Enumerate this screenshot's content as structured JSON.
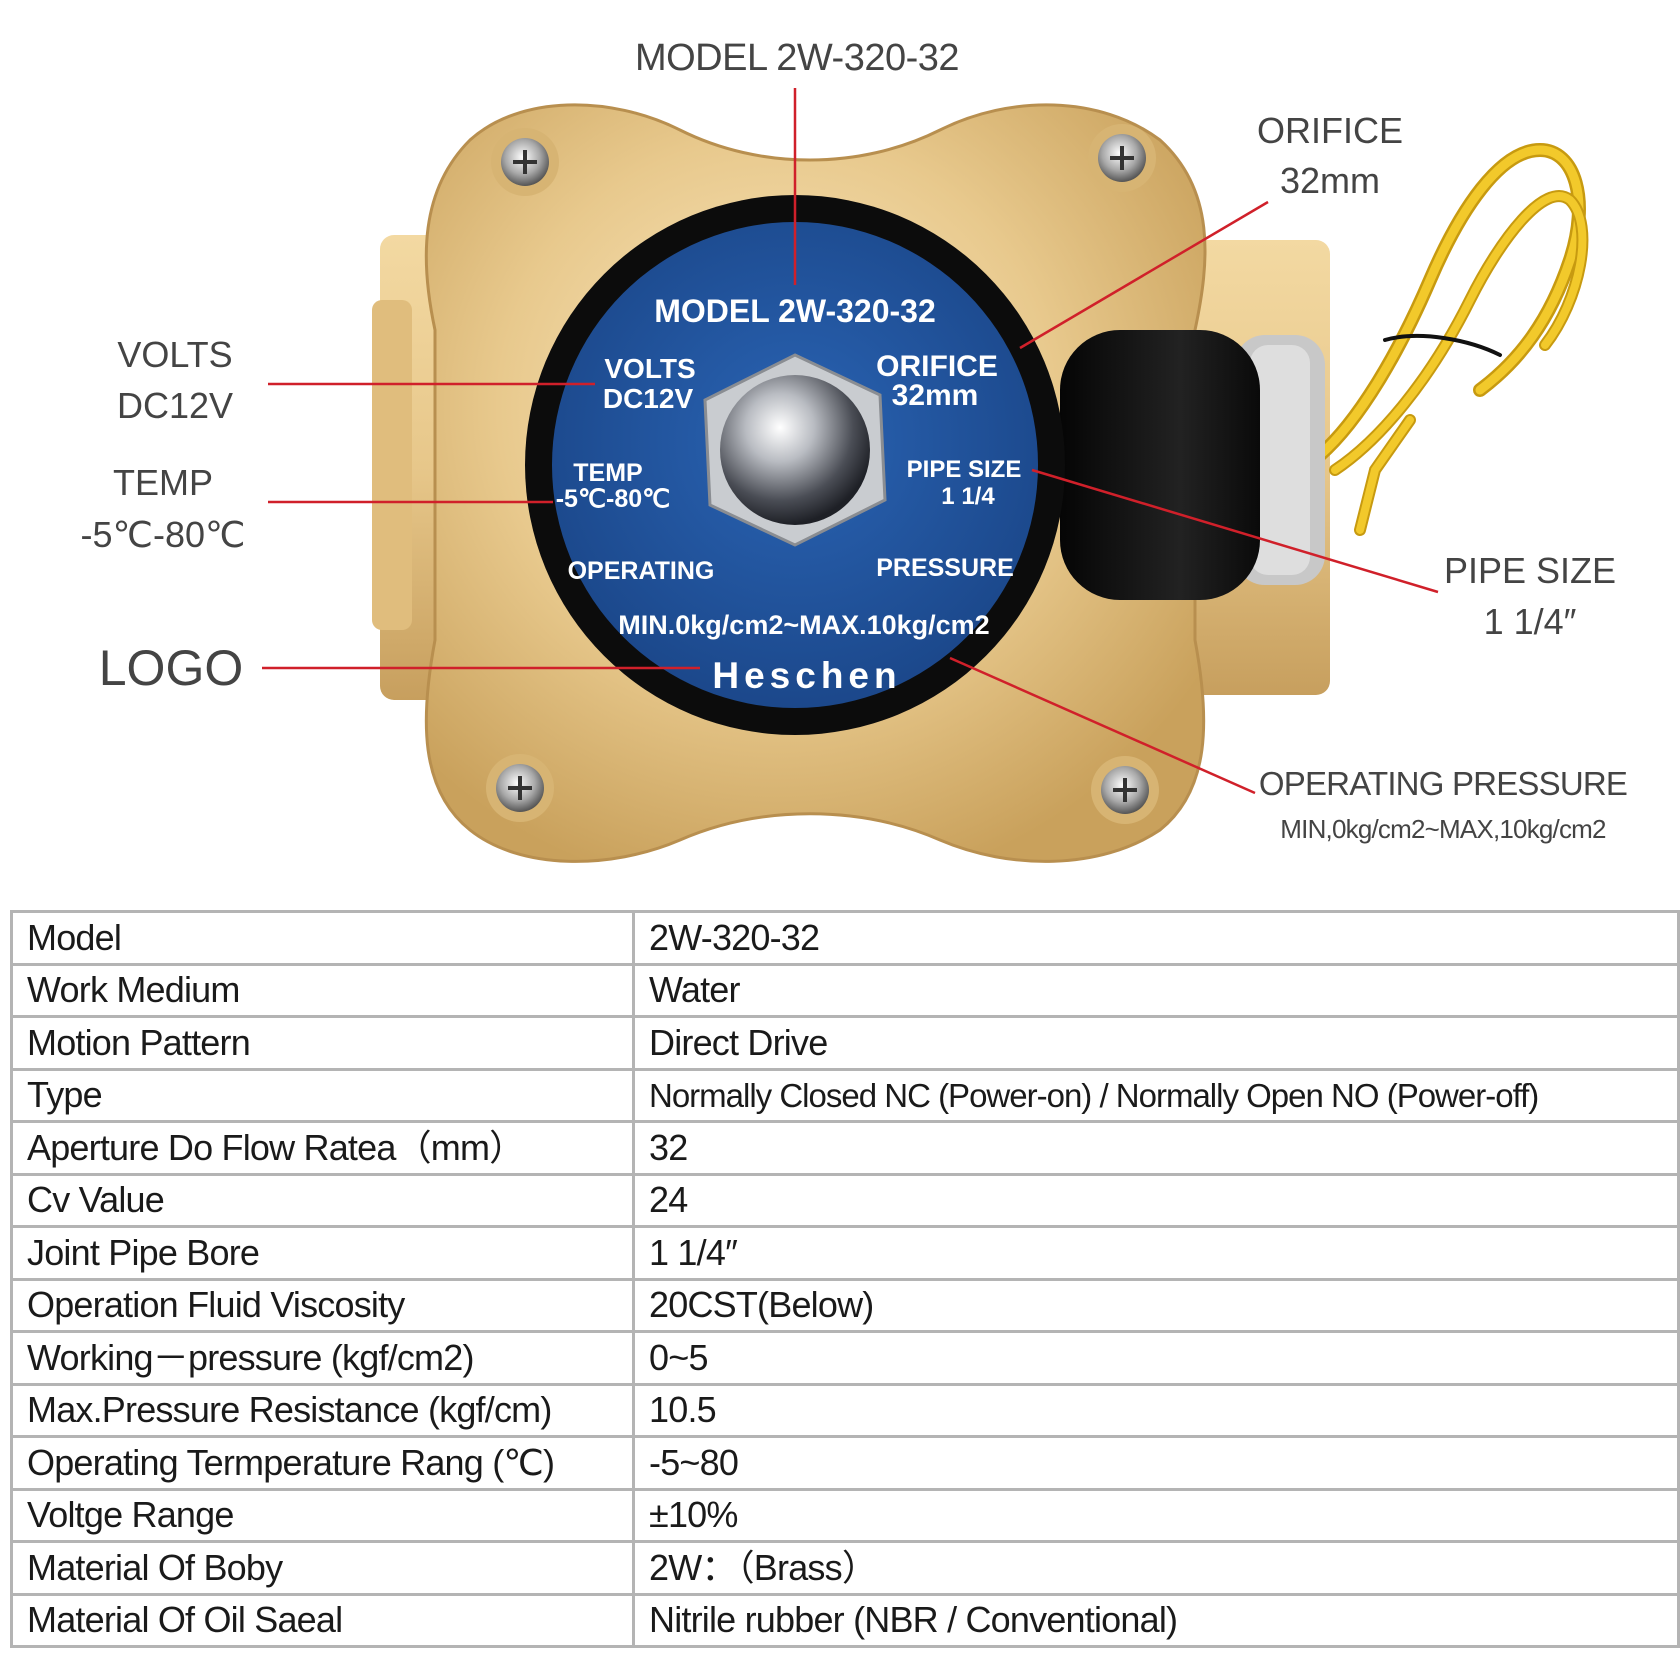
{
  "callouts": {
    "model": "MODEL 2W-320-32",
    "orifice_l1": "ORIFICE",
    "orifice_l2": "32mm",
    "volts_l1": "VOLTS",
    "volts_l2": "DC12V",
    "temp_l1": "TEMP",
    "temp_l2": "-5℃-80℃",
    "pipe_l1": "PIPE SIZE",
    "pipe_l2": "1 1/4″",
    "logo": "LOGO",
    "pressure_l1": "OPERATING PRESSURE",
    "pressure_l2": "MIN,0kg/cm2~MAX,10kg/cm2"
  },
  "valve_face": {
    "model": "MODEL  2W-320-32",
    "volts_l1": "VOLTS",
    "volts_l2": "DC12V",
    "orifice_l1": "ORIFICE",
    "orifice_l2": "32mm",
    "temp_l1": "TEMP",
    "temp_l2": "-5℃-80℃",
    "pipe_l1": "PIPE SIZE",
    "pipe_l2": "1 1/4",
    "operating": "OPERATING",
    "pressure": "PRESSURE",
    "range": "MIN.0kg/cm2~MAX.10kg/cm2",
    "brand": "Heschen"
  },
  "specs": [
    {
      "label": "Model",
      "value": "2W-320-32"
    },
    {
      "label": "Work Medium",
      "value": "Water"
    },
    {
      "label": "Motion Pattern",
      "value": "Direct Drive"
    },
    {
      "label": "Type",
      "value": "Normally Closed NC (Power-on) / Normally Open NO (Power-off)"
    },
    {
      "label": "Aperture Do Flow Ratea（mm）",
      "value": "32"
    },
    {
      "label": "Cv Value",
      "value": "24"
    },
    {
      "label": "Joint Pipe Bore",
      "value": "1 1/4″"
    },
    {
      "label": "Operation Fluid Viscosity",
      "value": "20CST(Below)"
    },
    {
      "label": "Working－pressure (kgf/cm2)",
      "value": "0~5"
    },
    {
      "label": "Max.Pressure Resistance (kgf/cm)",
      "value": "10.5"
    },
    {
      "label": "Operating Termperature Rang (℃)",
      "value": "-5~80"
    },
    {
      "label": "Voltge Range",
      "value": "±10%"
    },
    {
      "label": "Material Of Boby",
      "value": "2W：（Brass）"
    },
    {
      "label": "Material Of Oil Saeal",
      "value": "Nitrile rubber (NBR / Conventional)"
    }
  ],
  "colors": {
    "leader_line": "#d0202a",
    "face_blue": "#1f4f9a",
    "brass": "#e3c486",
    "wire": "#e8b820"
  }
}
